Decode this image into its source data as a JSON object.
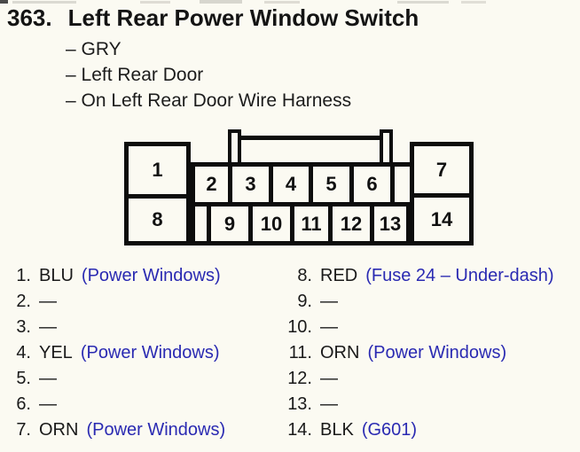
{
  "colors": {
    "ink": "#1a1a1a",
    "diagram_line": "#0d0d0d",
    "annotation_blue": "#2a2ab2",
    "page_background": "#fbfaf2"
  },
  "header": {
    "number": "363.",
    "title": "Left Rear Power Window Switch",
    "details": [
      "– GRY",
      "– Left Rear Door",
      "– On Left Rear Door Wire Harness"
    ]
  },
  "connector": {
    "labels": {
      "p1": "1",
      "p2": "2",
      "p3": "3",
      "p4": "4",
      "p5": "5",
      "p6": "6",
      "p7": "7",
      "p8": "8",
      "p9": "9",
      "p10": "10",
      "p11": "11",
      "p12": "12",
      "p13": "13",
      "p14": "14"
    }
  },
  "pin_list": {
    "left": [
      {
        "num": "1.",
        "color": "BLU",
        "note": "(Power Windows)"
      },
      {
        "num": "2.",
        "color": "—",
        "note": ""
      },
      {
        "num": "3.",
        "color": "—",
        "note": ""
      },
      {
        "num": "4.",
        "color": "YEL",
        "note": "(Power Windows)"
      },
      {
        "num": "5.",
        "color": "—",
        "note": ""
      },
      {
        "num": "6.",
        "color": "—",
        "note": ""
      },
      {
        "num": "7.",
        "color": "ORN",
        "note": "(Power Windows)"
      }
    ],
    "right": [
      {
        "num": "8.",
        "color": "RED",
        "note": "(Fuse 24 – Under-dash)"
      },
      {
        "num": "9.",
        "color": "—",
        "note": ""
      },
      {
        "num": "10.",
        "color": "—",
        "note": ""
      },
      {
        "num": "11.",
        "color": "ORN",
        "note": "(Power Windows)"
      },
      {
        "num": "12.",
        "color": "—",
        "note": ""
      },
      {
        "num": "13.",
        "color": "—",
        "note": ""
      },
      {
        "num": "14.",
        "color": "BLK",
        "note": "(G601)"
      }
    ]
  }
}
